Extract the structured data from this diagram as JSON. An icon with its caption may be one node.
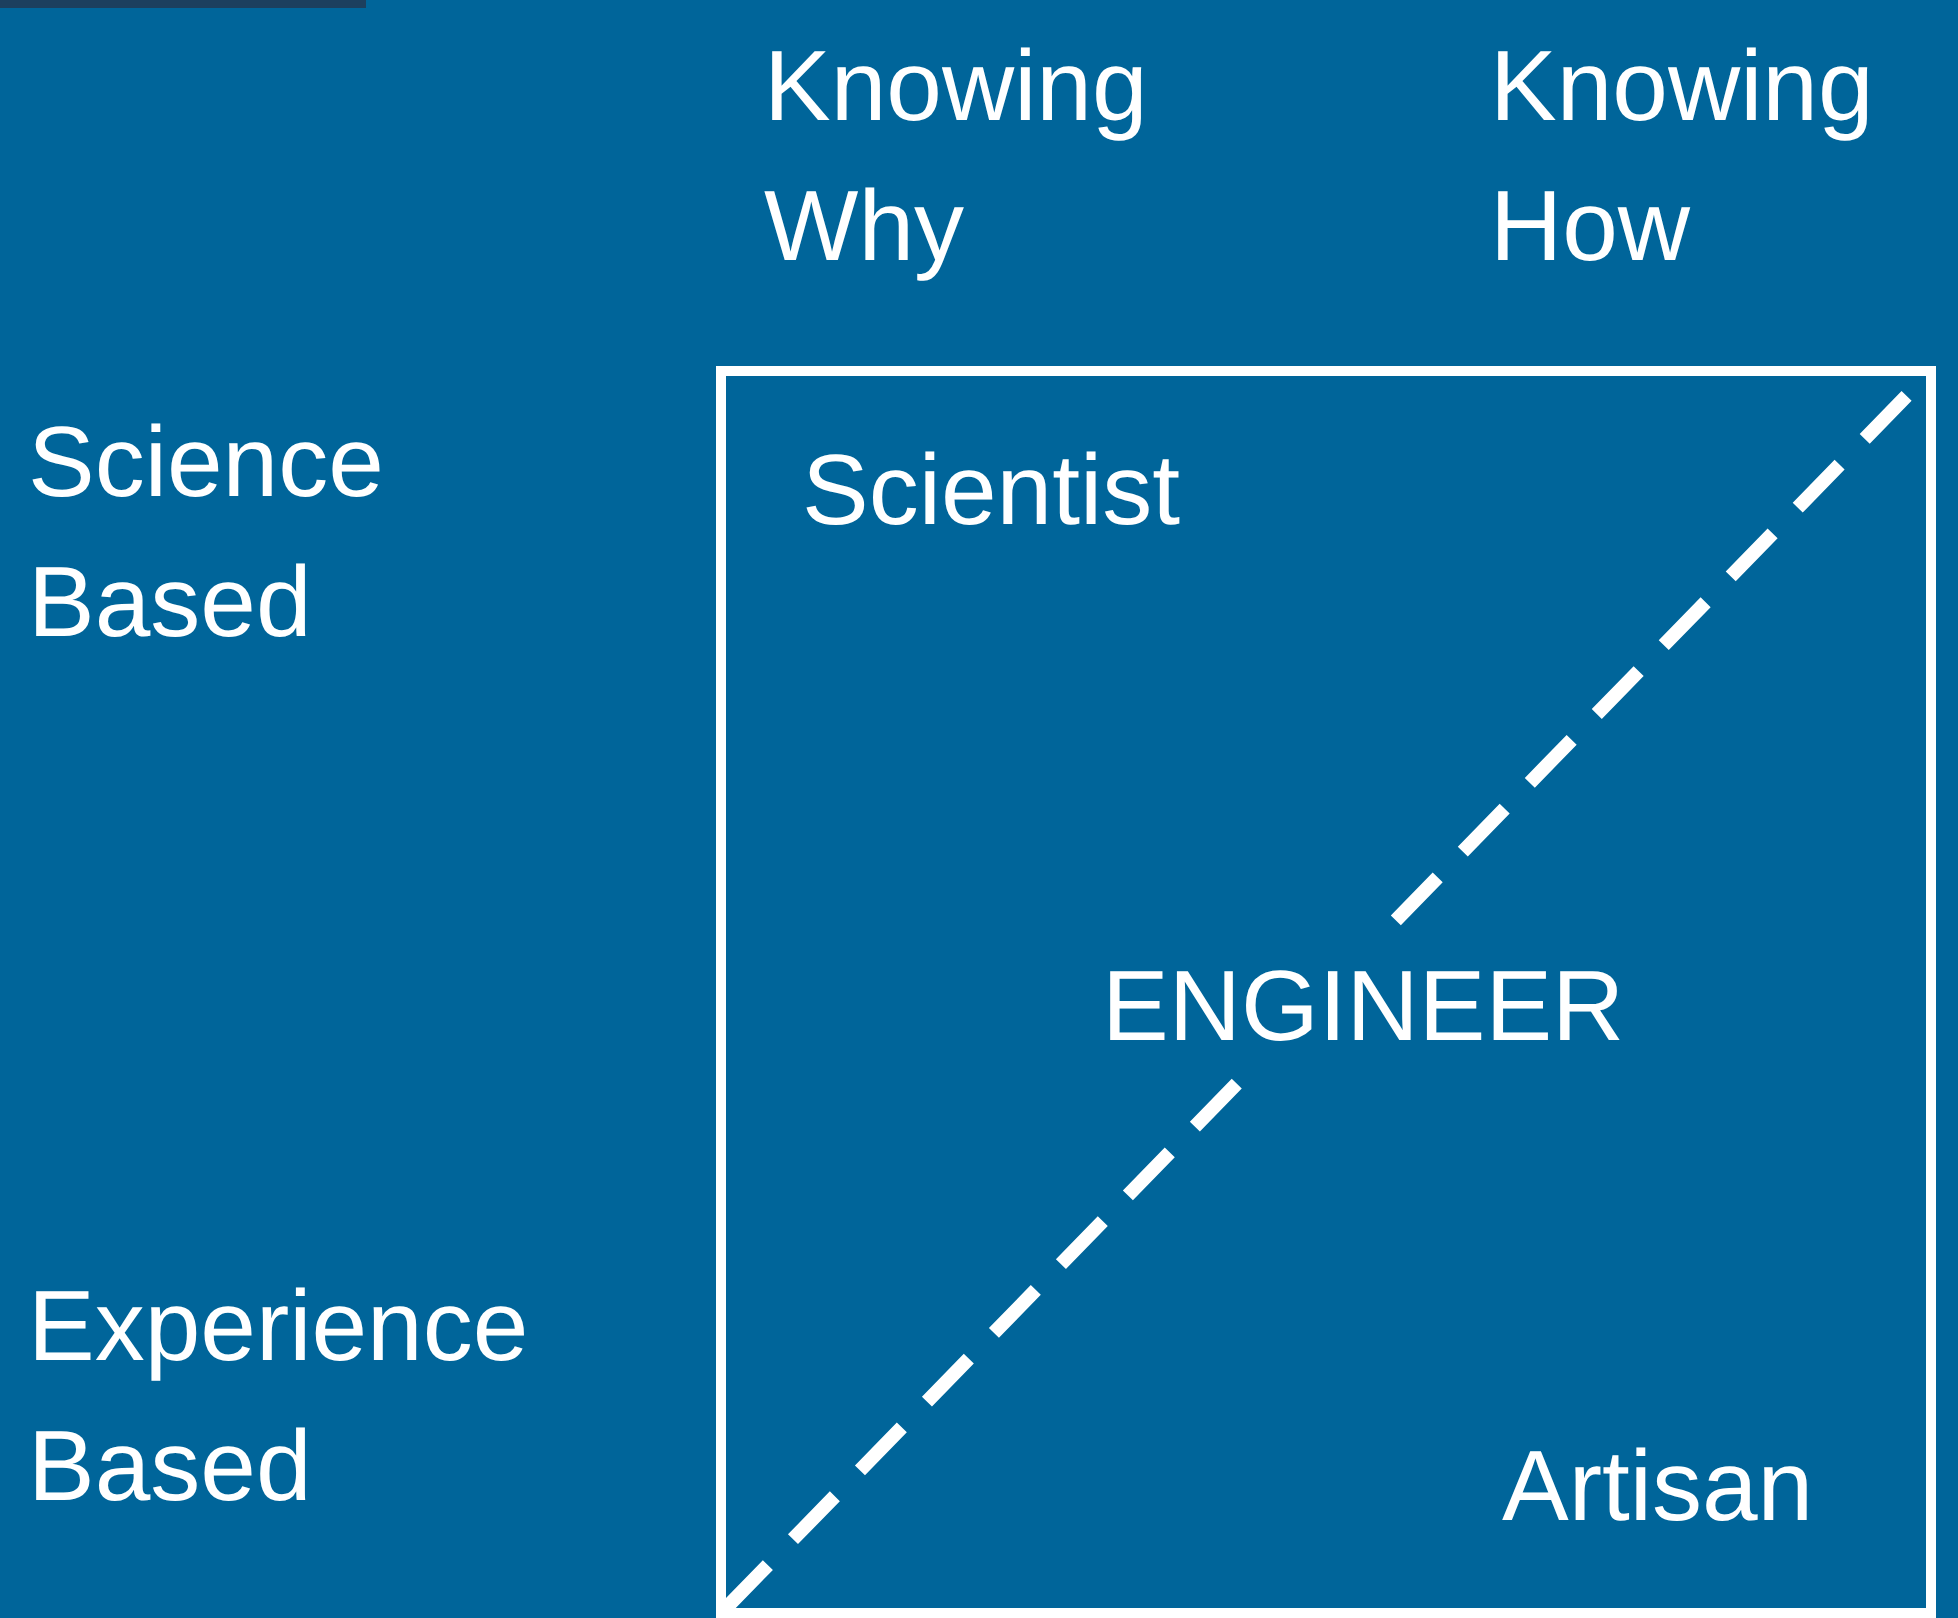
{
  "diagram": {
    "nodes": [
      {
        "text": [
          "Scientist",
          "ENGINEER",
          "Artisan"
        ]
      }
    ],
    "labels": [
      "Knowing Why",
      "Knowing How",
      "Science Based",
      "Experience Based"
    ]
  }
}
